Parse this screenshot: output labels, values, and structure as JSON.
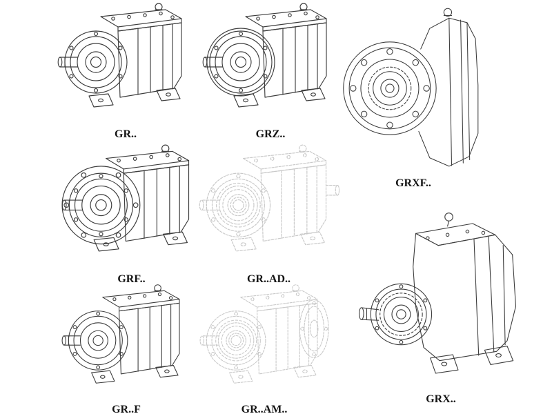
{
  "page": {
    "background": "#ffffff"
  },
  "colors": {
    "line": "#3d3d3d",
    "ghost": "#c9c9c9",
    "label": "#141414",
    "background": "#ffffff"
  },
  "figures": [
    {
      "id": "gr",
      "label": "GR..",
      "style": "solid",
      "drawing": "helical-gear-reducer-foot-mounted-iso"
    },
    {
      "id": "grz",
      "label": "GRZ..",
      "style": "solid",
      "drawing": "helical-gear-reducer-reinforced-iso"
    },
    {
      "id": "grxf",
      "label": "GRXF..",
      "style": "solid",
      "drawing": "helical-gear-reducer-flange-front-view"
    },
    {
      "id": "grf",
      "label": "GRF..",
      "style": "solid",
      "drawing": "helical-gear-reducer-input-flange-iso"
    },
    {
      "id": "gr-ad",
      "label": "GR..AD..",
      "style": "ghost",
      "drawing": "helical-gear-reducer-shaft-input-adapter-iso"
    },
    {
      "id": "gr-f",
      "label": "GR..F",
      "style": "solid",
      "drawing": "helical-gear-reducer-foot-base-iso"
    },
    {
      "id": "gr-am",
      "label": "GR..AM..",
      "style": "ghost",
      "drawing": "helical-gear-reducer-motor-adapter-flange-iso"
    },
    {
      "id": "grx",
      "label": "GRX..",
      "style": "solid",
      "drawing": "helical-gear-reducer-large-frame-iso"
    }
  ]
}
